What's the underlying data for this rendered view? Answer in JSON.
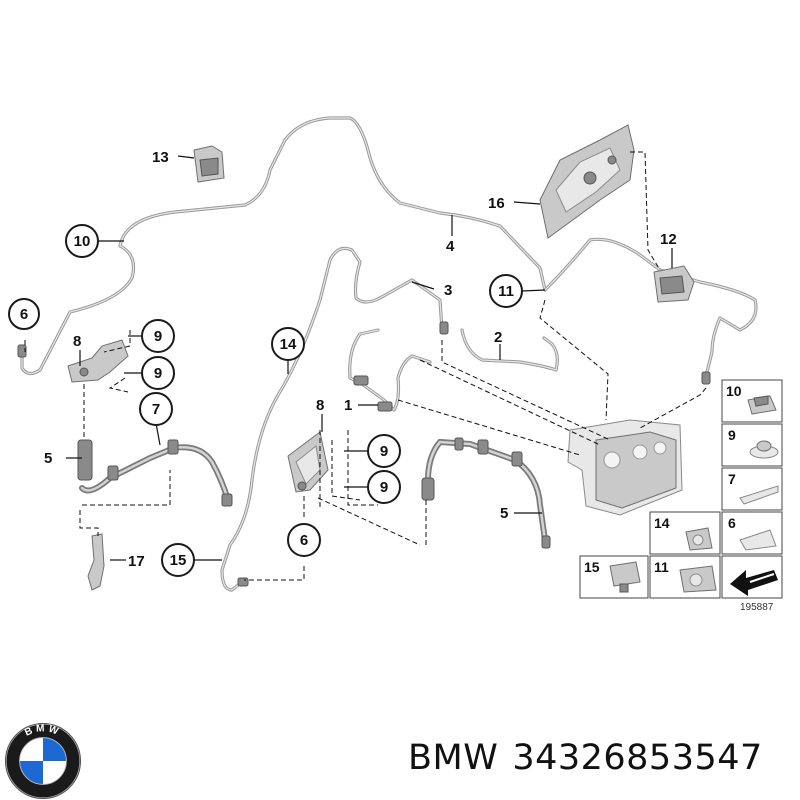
{
  "brand": "BMW",
  "part_number": "34326853547",
  "drawing_number": "195887",
  "callouts": [
    "1",
    "2",
    "3",
    "4",
    "5",
    "6",
    "7",
    "8",
    "9",
    "10",
    "11",
    "12",
    "13",
    "14",
    "15",
    "16",
    "17"
  ],
  "legend": {
    "r1": {
      "left": "10"
    },
    "r2": {
      "left": "9"
    },
    "r3": {
      "left": "7"
    },
    "r4": {
      "left": "14",
      "right": "6"
    },
    "r5": {
      "left": "15",
      "middle": "11"
    }
  },
  "logo": {
    "colors": {
      "blue": "#1c69d4",
      "white": "#ffffff",
      "ring": "#1a1a1a"
    },
    "lettering": "BMW"
  }
}
